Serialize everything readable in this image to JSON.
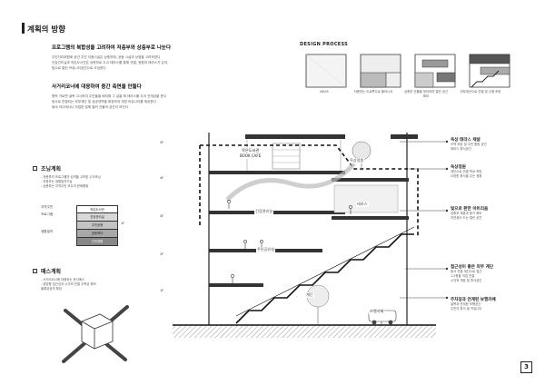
{
  "page": {
    "title": "계획의 방향",
    "page_number": "3"
  },
  "intro": [
    {
      "heading": "프로그램의 복합성을 고려하여 저층부와 상층부로 나눈다",
      "lines": [
        "주민자치위원회 공간 주민 이용시설은 상층부에, 공동 시설과 상점을 고려하였다",
        "건강관리실과 작은도서관은 상층부로 두고 테라스를 통해 연결, 정원과 테라스가 있어,",
        "빛으로 열린 커뮤니티공간으로 조성한다"
      ]
    },
    {
      "heading": "사거리코너에 대응하여 중간 축면을 만들다",
      "lines": [
        "협력 가로변 골목 고시하여 주민들을 배치해 그 길을 채 테라스를 두어 연계성을 준다",
        "동서로 연결되는 외부계단 및 공공영역을 확장하여 개방 커뮤니티를 제공한다",
        "동네 어디에서나 직접한 빛에 열려 건물의 공간이 보인다"
      ]
    }
  ],
  "design_process": {
    "title": "DESIGN PROCESS",
    "steps": [
      {
        "caption": "MASS"
      },
      {
        "caption": "저층부는 도로쪽으로 물러나서"
      },
      {
        "caption": "상층부 건물을 정리하여 열린 공간 확보"
      },
      {
        "caption": "외부계단으로 연결 및 수평 조망"
      }
    ]
  },
  "left_sections": [
    {
      "title": "조닝계획",
      "lines": [
        "- 저층부의 프로그램의 성격을 고려한 수직조닝",
        "- 저층부는 생활밀착기능",
        "- 상층부는 지역주민 모두의 문화활동"
      ]
    },
    {
      "title": "매스계획",
      "lines": [
        "- 사거리코너에 대응하는 둔각매스",
        "- 양방향 접근성과 시각적 연결 주목성 확보",
        "  블록공공의 확장"
      ]
    }
  ],
  "zoning_diagram": {
    "left_labels": [
      "지역주민",
      "프로그램",
      "생활밀착"
    ],
    "floors": [
      "작은도서관",
      "건강관리실",
      "주민공용",
      "공동육아",
      "근린생활"
    ],
    "side_label": "1F"
  },
  "floor_levels": [
    "5F",
    "4F",
    "3F",
    "2F",
    "1F"
  ],
  "section_labels": {
    "library": "작은도서관",
    "library_en": "BOOK CAFE",
    "rooftop": "옥상정원",
    "health": "건강관리실",
    "terrace": "테라스",
    "shared": "주민공유실",
    "walkway": "보행카페",
    "terrace2": "계단"
  },
  "annotations": [
    {
      "title": "옥상 테라스 채널",
      "lines": [
        "지역 조망 및 주민 활동 공간",
        "테라스 휴식공간"
      ]
    },
    {
      "title": "옥상정원",
      "lines": [
        "계단으로 연결 옥상 조망",
        "다양한 휴식을 주는 정원"
      ]
    },
    {
      "title": "빛으로 환한 아트리움",
      "lines": [
        "상층부 채광과 환기 확보",
        "자연광이 드는 열린 공간"
      ]
    },
    {
      "title": "접근성이 좋은 외부 계단",
      "lines": [
        "동서 연결 계단으로 접근",
        "1.2층을 직접 연결",
        "시각적 개방 및 휴식공간"
      ]
    },
    {
      "title": "주차장과 연계된 보행카페",
      "lines": [
        "골목과 연계한 보행공간",
        "주민의 휴식 및 커뮤니티"
      ]
    }
  ]
}
